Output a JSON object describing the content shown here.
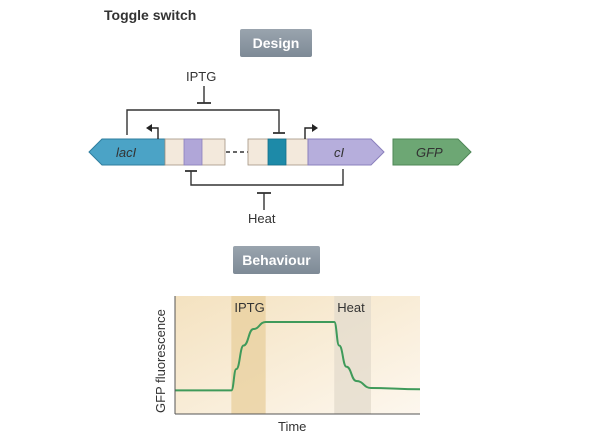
{
  "title": "Toggle switch",
  "design": {
    "badge": "Design",
    "repressor_top": "IPTG",
    "repressor_bottom": "Heat",
    "genes": {
      "lacI": "lacI",
      "cI": "cI",
      "gfp": "GFP"
    },
    "colors": {
      "lacI": "#4ba3c6",
      "cI": "#b6aedc",
      "gfp": "#6da774",
      "operator_lac": "#1d8aa8",
      "operator_ci": "#b0a6d8"
    }
  },
  "behaviour": {
    "badge": "Behaviour",
    "ylabel": "GFP fluorescence",
    "xlabel": "Time",
    "pulses": [
      "IPTG",
      "Heat"
    ]
  },
  "chart_data": {
    "type": "line",
    "title": "",
    "xlabel": "Time",
    "ylabel": "GFP fluorescence",
    "shaded_regions": [
      {
        "label": "IPTG",
        "x_start": 0.23,
        "x_end": 0.37
      },
      {
        "label": "Heat",
        "x_start": 0.65,
        "x_end": 0.8
      }
    ],
    "series": [
      {
        "color": "#3f9a5a",
        "x": [
          0,
          0.23,
          0.25,
          0.28,
          0.32,
          0.37,
          0.65,
          0.67,
          0.7,
          0.74,
          0.8,
          1
        ],
        "y": [
          0.2,
          0.2,
          0.38,
          0.58,
          0.72,
          0.78,
          0.78,
          0.58,
          0.4,
          0.28,
          0.22,
          0.21
        ]
      }
    ],
    "grid": false,
    "legend": "none"
  }
}
